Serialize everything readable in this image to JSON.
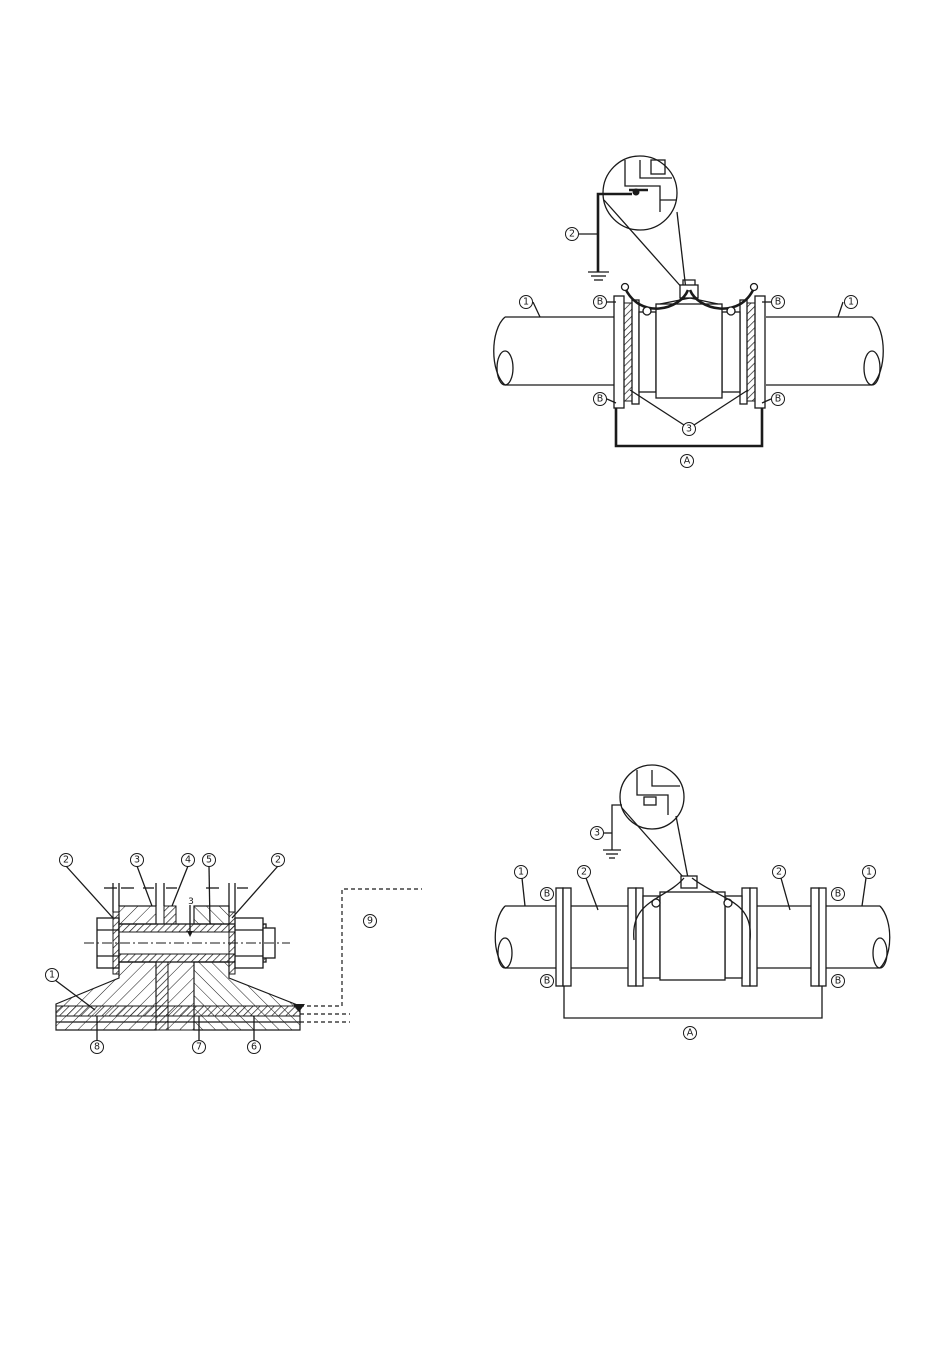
{
  "fig1": {
    "callouts": {
      "pipe": "1",
      "ground_wire": "2",
      "gasket": "3",
      "bond": "A",
      "screw": "B"
    }
  },
  "fig2": {
    "callouts": {
      "washer": "2",
      "sleeve": "3",
      "bolt_len": "4",
      "nut": "5",
      "flange": "1",
      "pipe_wall": "6",
      "liner": "7",
      "insulation": "8",
      "detail": "9"
    },
    "dim_label": "3"
  },
  "fig3": {
    "callouts": {
      "pipe": "1",
      "adapter": "2",
      "ground": "3",
      "bond": "A",
      "screw": "B"
    }
  }
}
